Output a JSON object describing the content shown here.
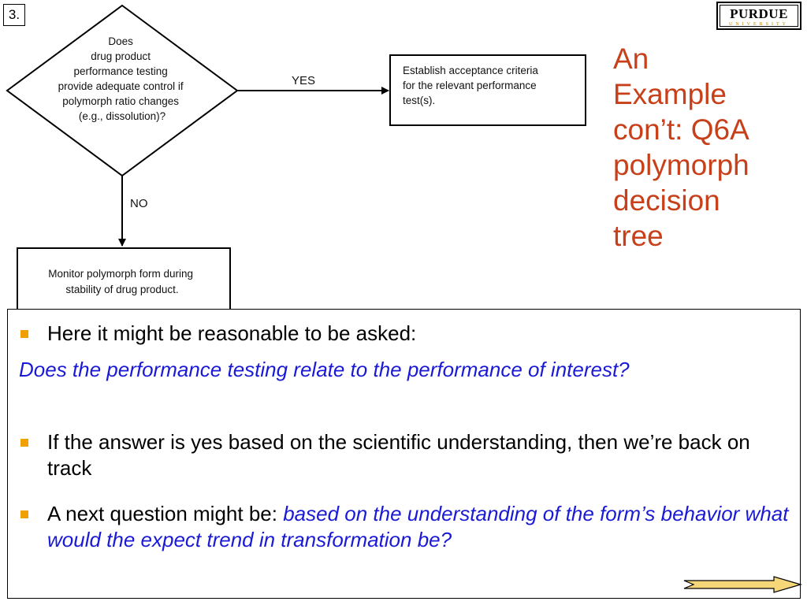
{
  "step_number": "3.",
  "logo": {
    "word": "PURDUE",
    "sub": "UNIVERSITY"
  },
  "title": {
    "lines": [
      "An",
      "Example",
      "con’t: Q6A",
      "polymorph",
      "decision",
      "tree"
    ],
    "color": "#c8401a"
  },
  "flowchart": {
    "decision": {
      "lines": [
        "Does",
        "drug product",
        "performance testing",
        "provide adequate control if",
        "polymorph ratio changes",
        "(e.g., dissolution)?"
      ]
    },
    "yes_label": "YES",
    "no_label": "NO",
    "yes_box": {
      "lines": [
        "Establish acceptance criteria",
        "for the relevant performance",
        "test(s)."
      ]
    },
    "no_box": {
      "lines": [
        "Monitor polymorph form during",
        "stability of drug product."
      ]
    }
  },
  "content": {
    "p1": "Here it might be reasonable to be asked:",
    "p2": "Does the performance testing relate to the performance of interest?",
    "p3": "If the answer is yes based on the scientific understanding, then we’re back on track",
    "p4_lead": "A next question might be: ",
    "p4_em": "based on the understanding of the form’s behavior what would  the expect trend in transformation be?",
    "emphasis_color": "#1a1ad6",
    "bullet_color": "#f0a000"
  },
  "nav": {
    "next_icon": "right-arrow-icon"
  }
}
